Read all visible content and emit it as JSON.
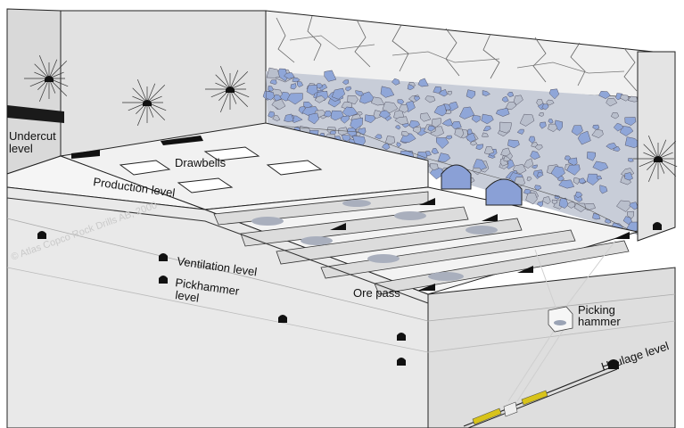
{
  "labels": {
    "undercut_line1": "Undercut",
    "undercut_line2": "level",
    "drawbells": "Drawbells",
    "production_level": "Production level",
    "ventilation_level": "Ventilation level",
    "pickhammer_line1": "Pickhammer",
    "pickhammer_line2": "level",
    "ore_pass": "Ore pass",
    "picking_line1": "Picking",
    "picking_line2": "hammer",
    "haulage_level": "Haulage level"
  },
  "copyright": "© Atlas Copco Rock Drills AB, 2000",
  "colors": {
    "rock_blue": "#8fa6d8",
    "rock_grey": "#b9bfcc",
    "drawpoint_blue": "#8aa0d6",
    "train": "#d8c31a"
  }
}
